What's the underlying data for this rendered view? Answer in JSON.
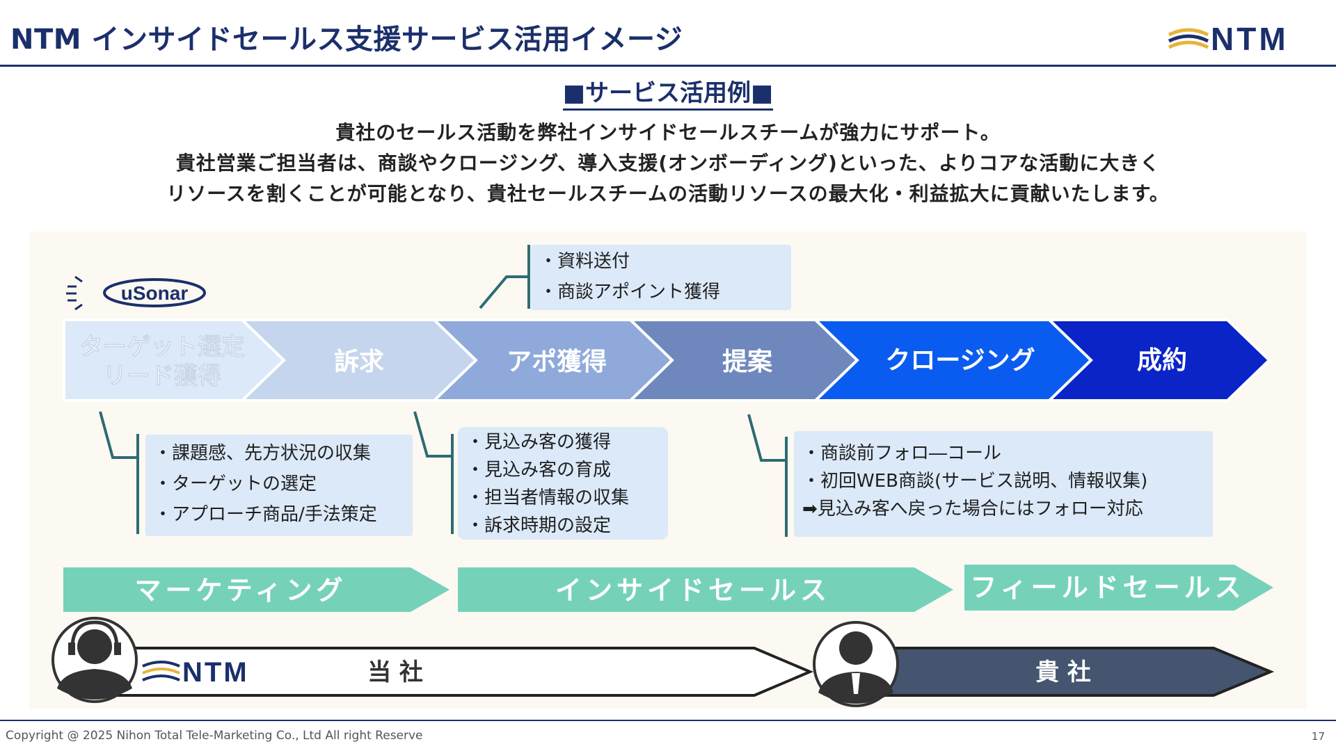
{
  "title": "NTM インサイドセールス支援サービス活用イメージ",
  "logo_text": "NTM",
  "section_heading": "■サービス活用例■",
  "intro_lines": [
    "貴社のセールス活動を弊社インサイドセールスチームが強力にサポート。",
    "貴社営業ご担当者は、商談やクロージング、導入支援(オンボーディング)といった、よりコアな活動に大きく",
    "リソースを割くことが可能となり、貴社セールスチームの活動リソースの最大化・利益拡大に貢献いたします。"
  ],
  "usonar_label": "uSonar",
  "process_steps": [
    {
      "label": "ターゲット選定\nリード獲得",
      "color": "#dbe9f8",
      "text_color": "#ffffff"
    },
    {
      "label": "訴求",
      "color": "#c5d5ee",
      "text_color": "#ffffff"
    },
    {
      "label": "アポ獲得",
      "color": "#8fa9db",
      "text_color": "#ffffff"
    },
    {
      "label": "提案",
      "color": "#6e88bd",
      "text_color": "#ffffff"
    },
    {
      "label": "クロージング",
      "color": "#0a5cf0",
      "text_color": "#ffffff"
    },
    {
      "label": "成約",
      "color": "#0a24c8",
      "text_color": "#ffffff"
    }
  ],
  "detail_boxes": {
    "apo": [
      "・資料送付",
      "・商談アポイント獲得"
    ],
    "target": [
      "・課題感、先方状況の収集",
      "・ターゲットの選定",
      "・アプローチ商品/手法策定"
    ],
    "appeal": [
      "・見込み客の獲得",
      "・見込み客の育成",
      "・担当者情報の収集",
      "・訴求時期の設定"
    ],
    "proposal": [
      "・商談前フォロ―コール",
      "・初回WEB商談(サービス説明、情報収集)",
      "➡見込み客へ戻った場合にはフォロー対応"
    ]
  },
  "phases": [
    {
      "label": "マーケティング"
    },
    {
      "label": "インサイドセールス"
    },
    {
      "label": "フィールドセールス"
    }
  ],
  "our_company": {
    "label": "当 社",
    "logo_text": "NTM"
  },
  "client_company": {
    "label": "貴 社"
  },
  "colors": {
    "navy": "#1b2f6b",
    "phase_green": "#75d2b9",
    "connector": "#2e6b73",
    "client_bar": "#45556f",
    "logo_gold": "#e8b33a"
  },
  "footer": {
    "copyright": "Copyright @ 2025  Nihon Total Tele-Marketing  Co., Ltd  All  right Reserve",
    "page": "17"
  }
}
